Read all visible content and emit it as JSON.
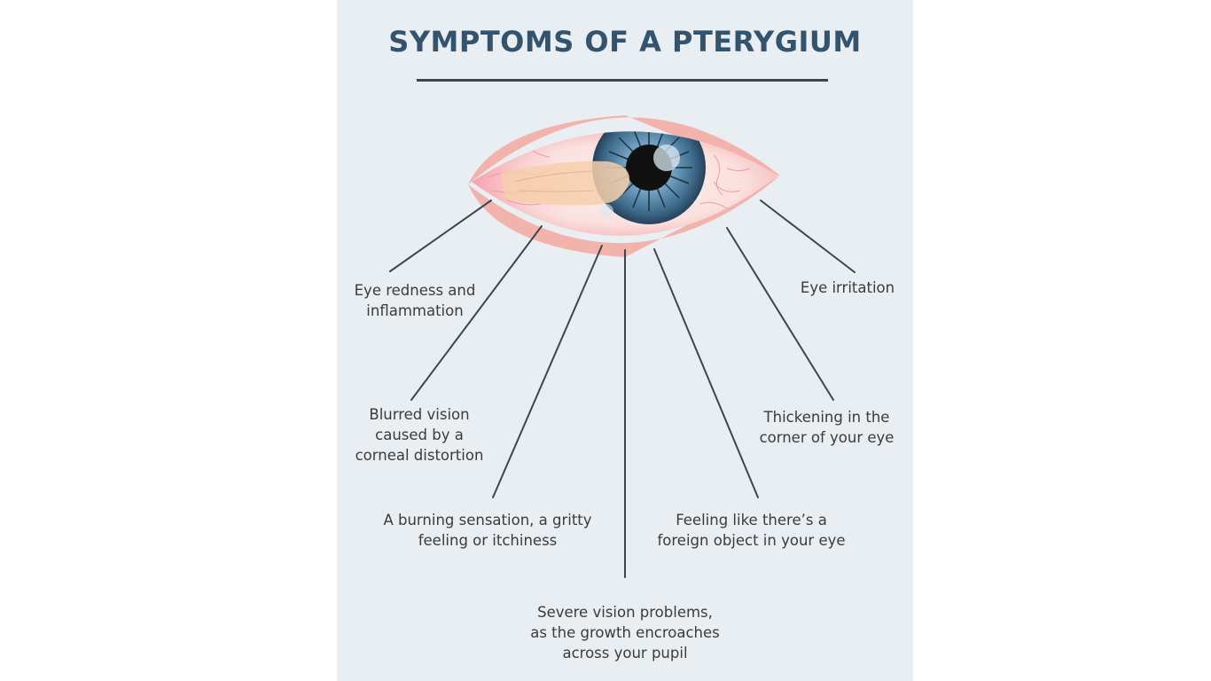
{
  "title": "SYMPTOMS OF A PTERYGIUM",
  "symptoms": [
    "Eye redness and\ninflammation",
    "Blurred vision\ncaused by a\ncorneal distortion",
    "A burning sensation, a gritty\nfeeling or itchiness",
    "Severe vision problems,\nas the growth encroaches\nacross your pupil",
    "Feeling like there’s a\nforeign object in your eye",
    "Thickening in the\ncorner of your eye",
    "Eye irritation"
  ],
  "colors": {
    "panel": "#e9eef2",
    "title": "#34536d",
    "lines": "#3d4650",
    "text": "#3b3b3b",
    "eyelid": "#f4b8b4",
    "sclera": "#fbe6e6",
    "iris": "#3e6a8a",
    "pterygium": "#f6cfa6"
  }
}
